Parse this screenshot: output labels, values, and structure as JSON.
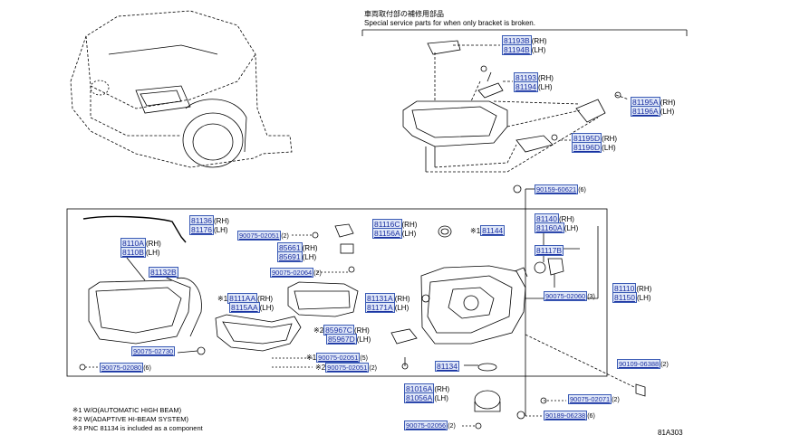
{
  "header": {
    "jp_title": "車両取付部の補修用部品",
    "en_title": "Special service parts for when only bracket is broken."
  },
  "parts": {
    "p81193B": "81193B",
    "p81194B": "81194B",
    "p81193": "81193",
    "p81194": "81194",
    "p81195A": "81195A",
    "p81196A": "81196A",
    "p81195D": "81195D",
    "p81196D": "81196D",
    "p90159": "90159-60621",
    "p81136": "81136",
    "p81176": "81176",
    "p81116C": "81116C",
    "p81156A": "81156A",
    "p90075_02051a": "90075-02051",
    "p81144": "81144",
    "p81140": "81140",
    "p81160A": "81160A",
    "p81110A": "8110A",
    "p81110B": "8110B",
    "p85661": "85661",
    "p85691": "85691",
    "p81117B": "81117B",
    "p81132B": "81132B",
    "p90075_02064": "90075-02064",
    "p90075_02060": "90075-02060",
    "p81110": "81110",
    "p81150": "81150",
    "p81111AA": "8111AA",
    "p81115AA": "8115AA",
    "p81131A": "81131A",
    "p81171A": "81171A",
    "p85967C": "85967C",
    "p85967D": "85967D",
    "p90075_02730": "90075-02730",
    "p90075_02080": "90075-02080",
    "p90075_02051b": "90075-02051",
    "p90075_02051c": "90075-02051",
    "p81134": "81134",
    "p90109": "90109-06388",
    "p81016A": "81016A",
    "p81056A": "81056A",
    "p90075_02071": "90075-02071",
    "p90189": "90189-06238",
    "p90075_02056": "90075-02056"
  },
  "side": {
    "rh": "(RH)",
    "lh": "(LH)"
  },
  "qty": {
    "q6": "(6)",
    "q2": "(2)",
    "q3": "(3)",
    "q5": "(5)"
  },
  "marks": {
    "m1": "※1",
    "m2": "※2"
  },
  "notes": {
    "n1": "※1 W/O(AUTOMATIC HIGH BEAM)",
    "n2": "※2 W(ADAPTIVE HI-BEAM SYSTEM)",
    "n3": "※3 PNC 81134 is included as a component"
  },
  "illustration_code": "81A303"
}
